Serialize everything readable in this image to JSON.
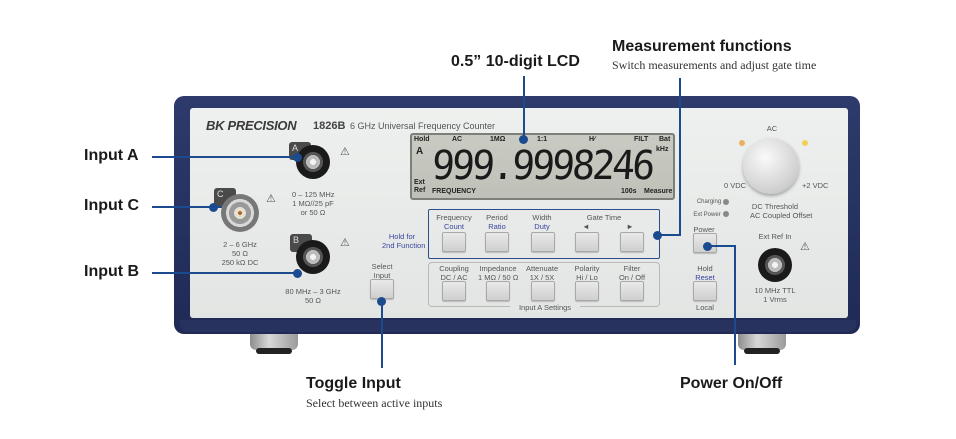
{
  "callouts": {
    "input_a": "Input A",
    "input_c": "Input C",
    "input_b": "Input B",
    "lcd": "0.5” 10-digit LCD",
    "measurement_title": "Measurement functions",
    "measurement_sub": "Switch measurements and adjust gate time",
    "toggle_title": "Toggle Input",
    "toggle_sub": "Select between active inputs",
    "power_title": "Power On/Off"
  },
  "panel": {
    "brand": "BK PRECISION",
    "model": "1826B",
    "description": "6 GHz Universal Frequency Counter"
  },
  "lcd": {
    "hold": "Hold",
    "channel": "A",
    "ac": "AC",
    "impedance": "1MΩ",
    "ratio": "1:1",
    "slope": "H∕",
    "filter": "FILT",
    "bat": "Bat",
    "unit": "kHz",
    "value": "999.9998246",
    "ext": "Ext",
    "ref": "Ref",
    "mode": "FREQUENCY",
    "gate": "100s",
    "status": "Measure"
  },
  "inputs": {
    "a": {
      "tab": "A",
      "spec": [
        "0 – 125 MHz",
        "1 MΩ//25 pF",
        "or 50 Ω"
      ]
    },
    "c": {
      "tab": "C",
      "spec": [
        "2 – 6 GHz",
        "50 Ω",
        "250 kΩ DC"
      ]
    },
    "b": {
      "tab": "B",
      "spec": [
        "80 MHz – 3 GHz",
        "50 Ω"
      ]
    }
  },
  "hold_note": [
    "Hold for",
    "2nd Function"
  ],
  "select_input": [
    "Select",
    "Input"
  ],
  "function_buttons": [
    {
      "top": "Frequency",
      "bottom": "Count"
    },
    {
      "top": "Period",
      "bottom": "Ratio"
    },
    {
      "top": "Width",
      "bottom": "Duty"
    },
    {
      "top": "",
      "bottom": "◄"
    },
    {
      "top": "",
      "bottom": "►"
    }
  ],
  "gate_time_label": "Gate Time",
  "settings_buttons": [
    {
      "top": "Coupling",
      "bottom": "DC / AC"
    },
    {
      "top": "Impedance",
      "bottom": "1 MΩ / 50 Ω"
    },
    {
      "top": "Attenuate",
      "bottom": "1X / 5X"
    },
    {
      "top": "Polarity",
      "bottom": "Hi / Lo"
    },
    {
      "top": "Filter",
      "bottom": "On / Off"
    }
  ],
  "settings_label": "Input A Settings",
  "knob": {
    "top": "AC",
    "left": "0 VDC",
    "right": "+2 VDC",
    "label1": "DC Threshold",
    "label2": "AC Coupled Offset"
  },
  "indicators": {
    "charging": "Charging",
    "ext_power": "Ext Power"
  },
  "power_label": "Power",
  "hold_reset": {
    "top": "Hold",
    "mid": "Reset",
    "bottom": "Local"
  },
  "ext_ref": {
    "label": "Ext Ref In",
    "spec": [
      "10 MHz TTL",
      "1 Vrms"
    ]
  },
  "colors": {
    "callout_line": "#1b4a8f",
    "chassis": "#27325f",
    "accent_text": "#3944a0"
  }
}
